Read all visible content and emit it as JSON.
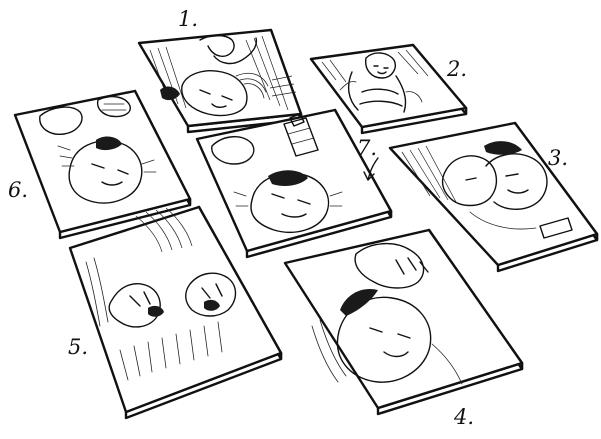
{
  "panels": [
    {
      "number": "1.",
      "content": "hand above face"
    },
    {
      "number": "2.",
      "content": "leaning figure"
    },
    {
      "number": "3.",
      "content": "two profiles"
    },
    {
      "number": "4.",
      "content": "face tilted upward with hand"
    },
    {
      "number": "5.",
      "content": "close-up of hands"
    },
    {
      "number": "6.",
      "content": "face below hands"
    },
    {
      "number": "7.",
      "content": "face below hand with bottle"
    }
  ],
  "colors": {
    "ink": "#111111",
    "paper": "#ffffff"
  }
}
